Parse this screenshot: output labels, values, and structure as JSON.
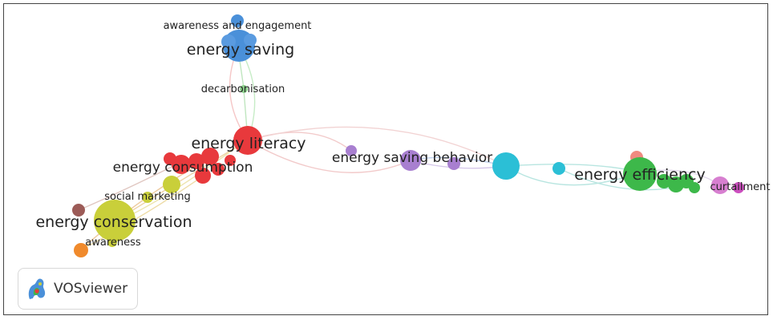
{
  "app": {
    "name": "VOSviewer",
    "logo_icon": "vosviewer-logo-icon"
  },
  "network": {
    "labels": {
      "awareness_and_engagement": "awareness and engagement",
      "energy_saving": "energy saving",
      "decarbonisation": "decarbonisation",
      "energy_literacy": "energy literacy",
      "energy_saving_behavior": "energy saving behavior",
      "energy_efficiency": "energy efficiency",
      "curtailment": "curtailment",
      "energy_consumption": "energy consumption",
      "social_marketing": "social marketing",
      "energy_conservation": "energy conservation",
      "awareness": "awareness"
    },
    "cluster_colors": {
      "red": "#e8393c",
      "green": "#3db84a",
      "blue": "#4a90d9",
      "yellow": "#c9cf3a",
      "purple": "#a87fd0",
      "cyan": "#2bbfd6",
      "orange": "#f08a2c",
      "brown": "#9c5b57",
      "pink": "#d77fd0",
      "magenta": "#cc4fbf",
      "salmon": "#f08a80"
    }
  }
}
